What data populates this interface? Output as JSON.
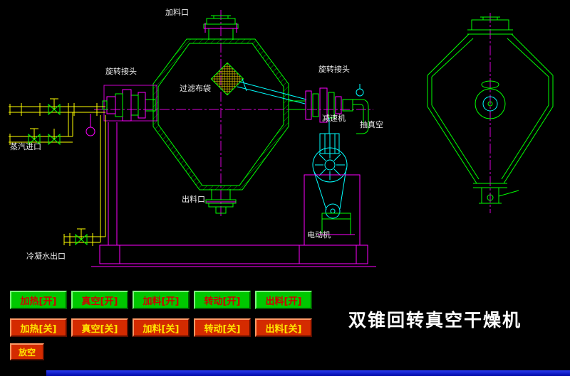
{
  "title": "双锥回转真空干燥机",
  "labels": {
    "feed_port": "加料口",
    "rotary_joint_left": "旋转接头",
    "filter_bag": "过滤布袋",
    "rotary_joint_right": "旋转接头",
    "reducer": "减速机",
    "vacuum_suction": "抽真空",
    "steam_inlet": "蒸汽进口",
    "discharge_port": "出料口",
    "motor": "电动机",
    "condensate_outlet": "冷凝水出口"
  },
  "buttons": {
    "row_on": [
      {
        "label": "加热[开]"
      },
      {
        "label": "真空[开]"
      },
      {
        "label": "加料[开]"
      },
      {
        "label": "转动[开]"
      },
      {
        "label": "出料[开]"
      }
    ],
    "row_off": [
      {
        "label": "加热[关]"
      },
      {
        "label": "真空[关]"
      },
      {
        "label": "加料[关]"
      },
      {
        "label": "转动[关]"
      },
      {
        "label": "出料[关]"
      }
    ],
    "vent": {
      "label": "放空"
    }
  },
  "colors": {
    "background": "#000000",
    "line_green": "#00ff00",
    "line_magenta": "#ff00ff",
    "line_cyan": "#00ffff",
    "pipe_yellow": "#ffff00",
    "button_on_bg": "#00c800",
    "button_on_text": "#cf0000",
    "button_off_bg": "#d42b00",
    "button_off_text": "#ffe600",
    "title_text": "#ffffff"
  }
}
